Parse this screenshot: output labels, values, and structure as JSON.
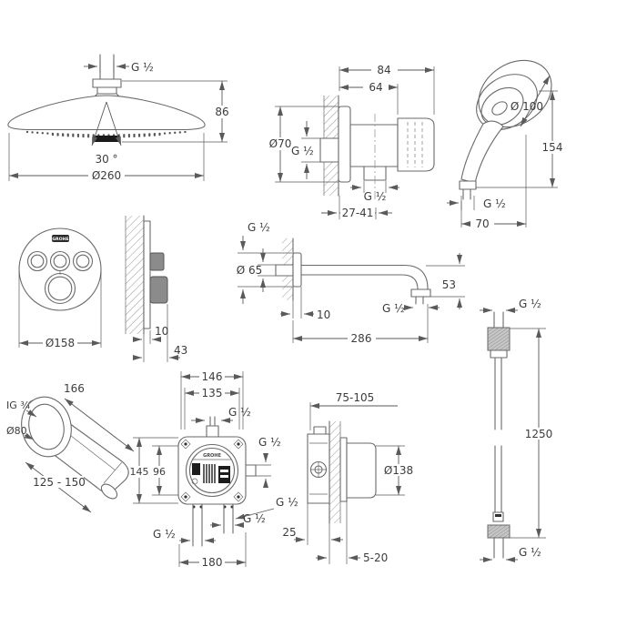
{
  "brand": "GROHE",
  "components": {
    "head_shower": {
      "thread": "G ½",
      "height": "86",
      "spray_angle": "30 °",
      "diameter": "Ø260"
    },
    "wall_elbow": {
      "width_total": "84",
      "width_body": "64",
      "flange_diameter": "Ø70",
      "thread_wall": "G ½",
      "thread_outlet": "G ½",
      "wall_depth_range": "27-41"
    },
    "hand_shower": {
      "head_diameter": "Ø 100",
      "length": "154",
      "thread": "G ½",
      "width": "70"
    },
    "thermostat": {
      "plate_diameter": "Ø158",
      "plate_depth": "10",
      "total_depth": "43"
    },
    "shower_arm": {
      "thread_wall": "G ½",
      "flange_diameter": "Ø 65",
      "flange_depth": "10",
      "length": "286",
      "thread_end": "G ½",
      "drop": "53"
    },
    "hose": {
      "thread_top": "G ½",
      "length": "1250",
      "thread_bottom": "G ½"
    },
    "spout": {
      "length": "166",
      "thread": "IG ¾",
      "flange_diameter": "Ø80",
      "projection": "125 - 150"
    },
    "smartbox_front": {
      "width_outer": "146",
      "width_inner": "135",
      "thread_top": "G ½",
      "height_outer": "145",
      "height_inner": "96",
      "thread_right": "G ½",
      "thread_bottom_right": "G ½",
      "thread_bottom_center": "G ½",
      "thread_bottom_left": "G ½",
      "spacing_bottom": "180"
    },
    "smartbox_side": {
      "install_depth_range": "75-105",
      "trim_diameter": "Ø138",
      "box_offset": "25",
      "plaster_depth_range": "5-20"
    }
  }
}
